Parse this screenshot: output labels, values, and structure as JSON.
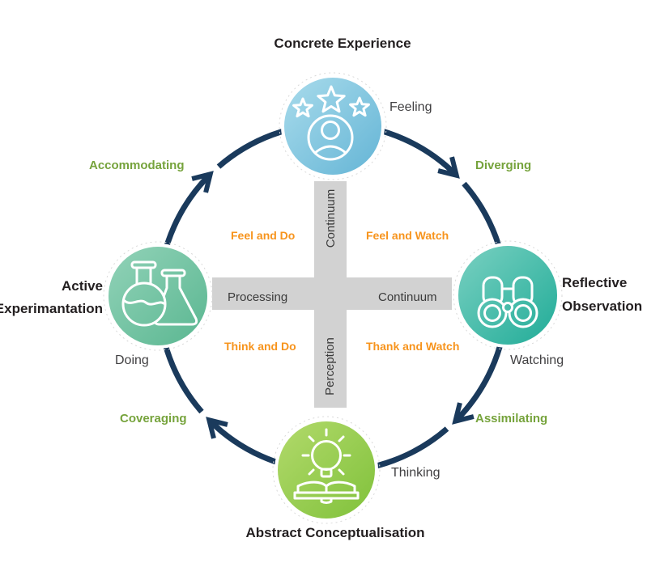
{
  "diagram": "learning-cycle",
  "nodes": {
    "top": {
      "title": "Concrete Experience",
      "mode": "Feeling",
      "icon": "stars-user-icon",
      "gradient": [
        "#aadcec",
        "#63b4d5"
      ]
    },
    "right": {
      "title_line1": "Reflective",
      "title_line2": "Observation",
      "mode": "Watching",
      "icon": "binoculars-icon",
      "gradient": [
        "#7bd1c2",
        "#1fab97"
      ]
    },
    "bottom": {
      "title": "Abstract Conceptualisation",
      "mode": "Thinking",
      "icon": "lightbulb-book-icon",
      "gradient": [
        "#b3da6c",
        "#7fc13a"
      ]
    },
    "left": {
      "title_line1": "Active",
      "title_line2": "Experimantation",
      "mode": "Doing",
      "icon": "flasks-icon",
      "gradient": [
        "#93d3b9",
        "#59b690"
      ]
    }
  },
  "learning_styles": {
    "north_west": "Accommodating",
    "north_east": "Diverging",
    "south_east": "Assimilating",
    "south_west": "Coveraging"
  },
  "quadrants": {
    "north_west": "Feel and Do",
    "north_east": "Feel and Watch",
    "south_west": "Think and Do",
    "south_east": "Thank and Watch"
  },
  "axes": {
    "vertical_top": "Continuum",
    "vertical_bottom": "Perception",
    "horizontal_left": "Processing",
    "horizontal_right": "Continuum"
  },
  "colors": {
    "cycle_arrow": "#1a3a5c",
    "style_label": "#76a33c",
    "quadrant_label": "#f7941d",
    "axis_bar": "#d2d2d2",
    "axis_text": "#3b3b3b",
    "title_text": "#231f20",
    "mode_text": "#414042",
    "icon_stroke": "#ffffff"
  }
}
